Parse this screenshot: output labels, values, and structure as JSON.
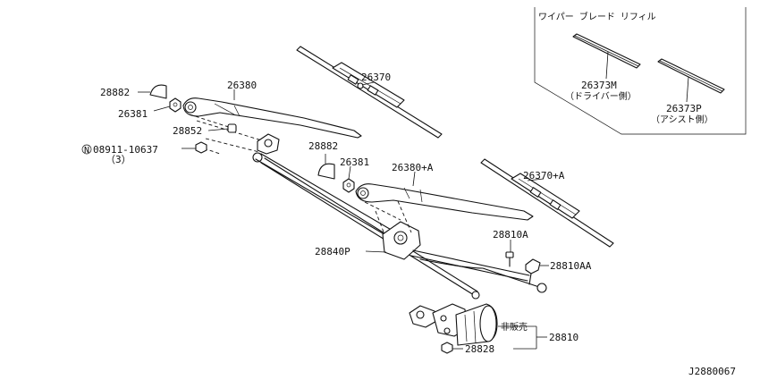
{
  "refill_box": {
    "title": "ワイパー ブレード リフィル",
    "driver": {
      "part": "26373M",
      "side": "（ドライバー側）"
    },
    "assist": {
      "part": "26373P",
      "side": "（アシスト側）"
    }
  },
  "callouts": {
    "blade_left": "26370",
    "arm_left": "26380",
    "cap_left": "28882",
    "nut_left": "26381",
    "bushing": "28852",
    "bolt": "08911-10637",
    "bolt_qty": "（3）",
    "bolt_symbol": "N",
    "cap_right": "28882",
    "nut_right": "26381",
    "arm_right": "26380+A",
    "blade_right": "26370+A",
    "linkage": "28840P",
    "bolt_motor": "28810A",
    "motor_mount": "28810AA",
    "motor_note": "非販売",
    "motor": "28810",
    "motor_bolt": "28828"
  },
  "diagram_id": "J2880067"
}
